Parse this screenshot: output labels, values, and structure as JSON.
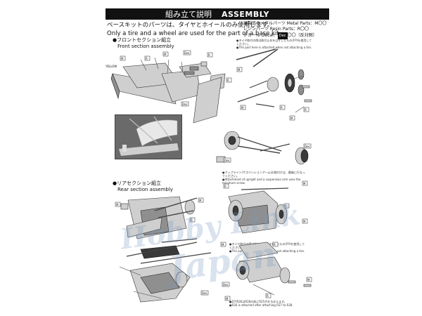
{
  "header": {
    "title_jp": "組み立て説明",
    "title_en": "ASSEMBLY"
  },
  "intro": {
    "line_jp": "ベースキットのパーツは、タイヤとホイールのみ使用します。",
    "line_en": "Only a tire and a wheel are used for the part of a base kit."
  },
  "legend": {
    "metal": "当製品のメタルパーツ Metal Parts：M〇〇",
    "resin": "レジンパーツ Resin Parts：R〇〇",
    "decal_prefix": "デカール Decal：",
    "decal_box": "Dec",
    "decal_suffix": "〇〇（反対側）"
  },
  "sections": {
    "front_jp": "●フロントセクション組立",
    "front_en": "Front section assembly",
    "rear_jp": "●リアセクション組立",
    "rear_en": "Rear section assembly"
  },
  "notes": {
    "front_note_jp": "●タイヤ取付の際は取付止めをはずしたもの(FP)を使用してください。",
    "front_note_en": "●The part here is attached when not attaching a tire.",
    "mid_note_jp": "●アップライト(サスペンションアーム)の取付けは、最後に行なってください。",
    "mid_note_en": "●Attachment of upright and a suspension arm uses the minimum screw.",
    "rear_note_jp": "●タイヤ取付の際は取付止めをはずしたもの(FP)を使用してください。",
    "rear_note_en": "●The part here is attached when not attaching a tire.",
    "bottom_note_jp": "●D7/R26はR28の前にR25がおろぼえます。",
    "bottom_note_en": "●R26 is attached after attaching R27 to R28."
  },
  "labels": {
    "yellow": "YELLOW"
  },
  "watermark": {
    "line1": "Hobby Link",
    "line2": "Japan"
  },
  "colors": {
    "header_bg": "#111111",
    "photo_bg": "#6f6f6f",
    "watermark": "#7896be"
  }
}
